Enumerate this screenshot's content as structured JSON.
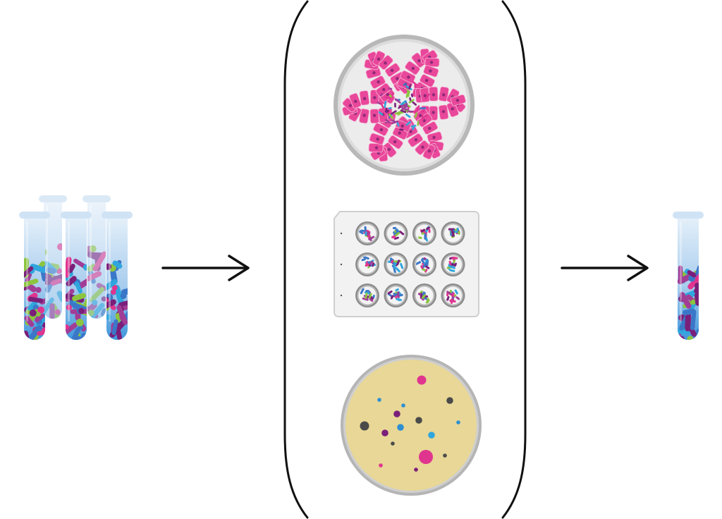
{
  "diagram": {
    "title": "",
    "palette": {
      "tube_glass_top": "#dcebf8",
      "tube_glass_bottom": "#4a9ee0",
      "tube_rim": "#cfe3f5",
      "bracket": "#111111",
      "arrow": "#111111",
      "dish_rim": "#b3b3b3",
      "dish_inner": "#ececec",
      "organoid_cell": "#e8479a",
      "organoid_nucleus": "#8e2a78",
      "plate_body": "#f1f1f1",
      "plate_border": "#c8c8c8",
      "agar": "#e8d796",
      "bacteria": [
        "#7a1f7a",
        "#e0358f",
        "#2fa6dd",
        "#8cc43f",
        "#3b77c8",
        "#a23d96"
      ]
    },
    "input": {
      "label": "mixed-culture-tubes",
      "tube_count": 5,
      "icon": "test-tube-icon"
    },
    "steps": [
      {
        "id": "organoid",
        "label": "organoid-coculture-dish",
        "icon": "petri-dish-icon",
        "lobes": 6
      },
      {
        "id": "well-plate",
        "label": "multi-well-plate",
        "icon": "well-plate-icon",
        "rows": 3,
        "cols": 4
      },
      {
        "id": "agar-plate",
        "label": "agar-colony-plate",
        "icon": "petri-dish-icon",
        "colonies": [
          {
            "c": "#e0358f",
            "s": "lg"
          },
          {
            "c": "#e0358f",
            "s": "xl"
          },
          {
            "c": "#e0358f",
            "s": "sm"
          },
          {
            "c": "#4a4a4a",
            "s": "lg"
          },
          {
            "c": "#4a4a4a",
            "s": "md"
          },
          {
            "c": "#4a4a4a",
            "s": "md"
          },
          {
            "c": "#4a4a4a",
            "s": "sm"
          },
          {
            "c": "#4a4a4a",
            "s": "sm"
          },
          {
            "c": "#7a1f7a",
            "s": "md"
          },
          {
            "c": "#7a1f7a",
            "s": "md"
          },
          {
            "c": "#7a1f7a",
            "s": "sm"
          },
          {
            "c": "#2f8fd0",
            "s": "md"
          },
          {
            "c": "#2fa6dd",
            "s": "md"
          },
          {
            "c": "#2f8fd0",
            "s": "sm"
          },
          {
            "c": "#2f8fd0",
            "s": "sm"
          },
          {
            "c": "#2f8fd0",
            "s": "sm"
          }
        ]
      }
    ],
    "output": {
      "label": "isolated-culture-tube",
      "tube_count": 1,
      "icon": "test-tube-icon"
    },
    "arrows": [
      {
        "from": "input",
        "to": "steps",
        "icon": "arrow-right-icon"
      },
      {
        "from": "steps",
        "to": "output",
        "icon": "arrow-right-icon"
      }
    ]
  }
}
